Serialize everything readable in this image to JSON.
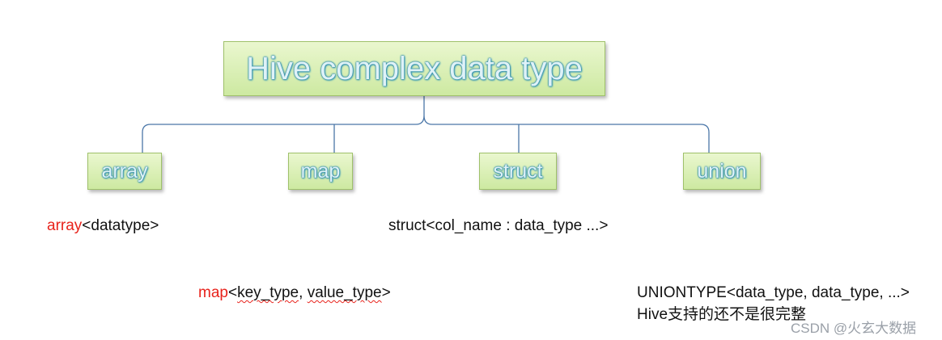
{
  "diagram": {
    "root_label": "Hive complex data type",
    "children": [
      {
        "label": "array"
      },
      {
        "label": "map"
      },
      {
        "label": "struct"
      },
      {
        "label": "union"
      }
    ],
    "notes": {
      "array": {
        "keyword": "array",
        "syntax": "<datatype>"
      },
      "struct": {
        "syntax": "struct<col_name : data_type ...>"
      },
      "map": {
        "keyword": "map",
        "open": "<",
        "key": "key_type",
        "sep": ", ",
        "value": "value_type",
        "close": ">"
      },
      "union": {
        "syntax": "UNIONTYPE<data_type, data_type, ...>",
        "remark": "Hive支持的还不是很完整"
      }
    },
    "colors": {
      "node_fill": "#cde9a1",
      "node_border": "#9fc16a",
      "node_text": "#dff2f8",
      "connector": "#4a76a8",
      "keyword": "#e8231c"
    }
  },
  "watermark": "CSDN @火玄大数据"
}
